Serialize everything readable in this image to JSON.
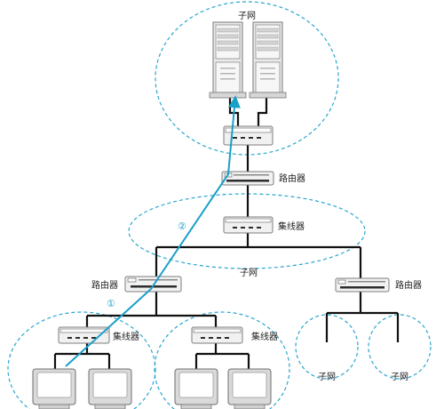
{
  "labels": {
    "subnet": "子网",
    "router": "路由器",
    "hub": "集线器"
  },
  "steps": {
    "one": "①",
    "two": "②"
  },
  "colors": {
    "arrow": "#1a9fc9",
    "cloud_outline": "#2aa6cf",
    "wire": "#111111"
  }
}
